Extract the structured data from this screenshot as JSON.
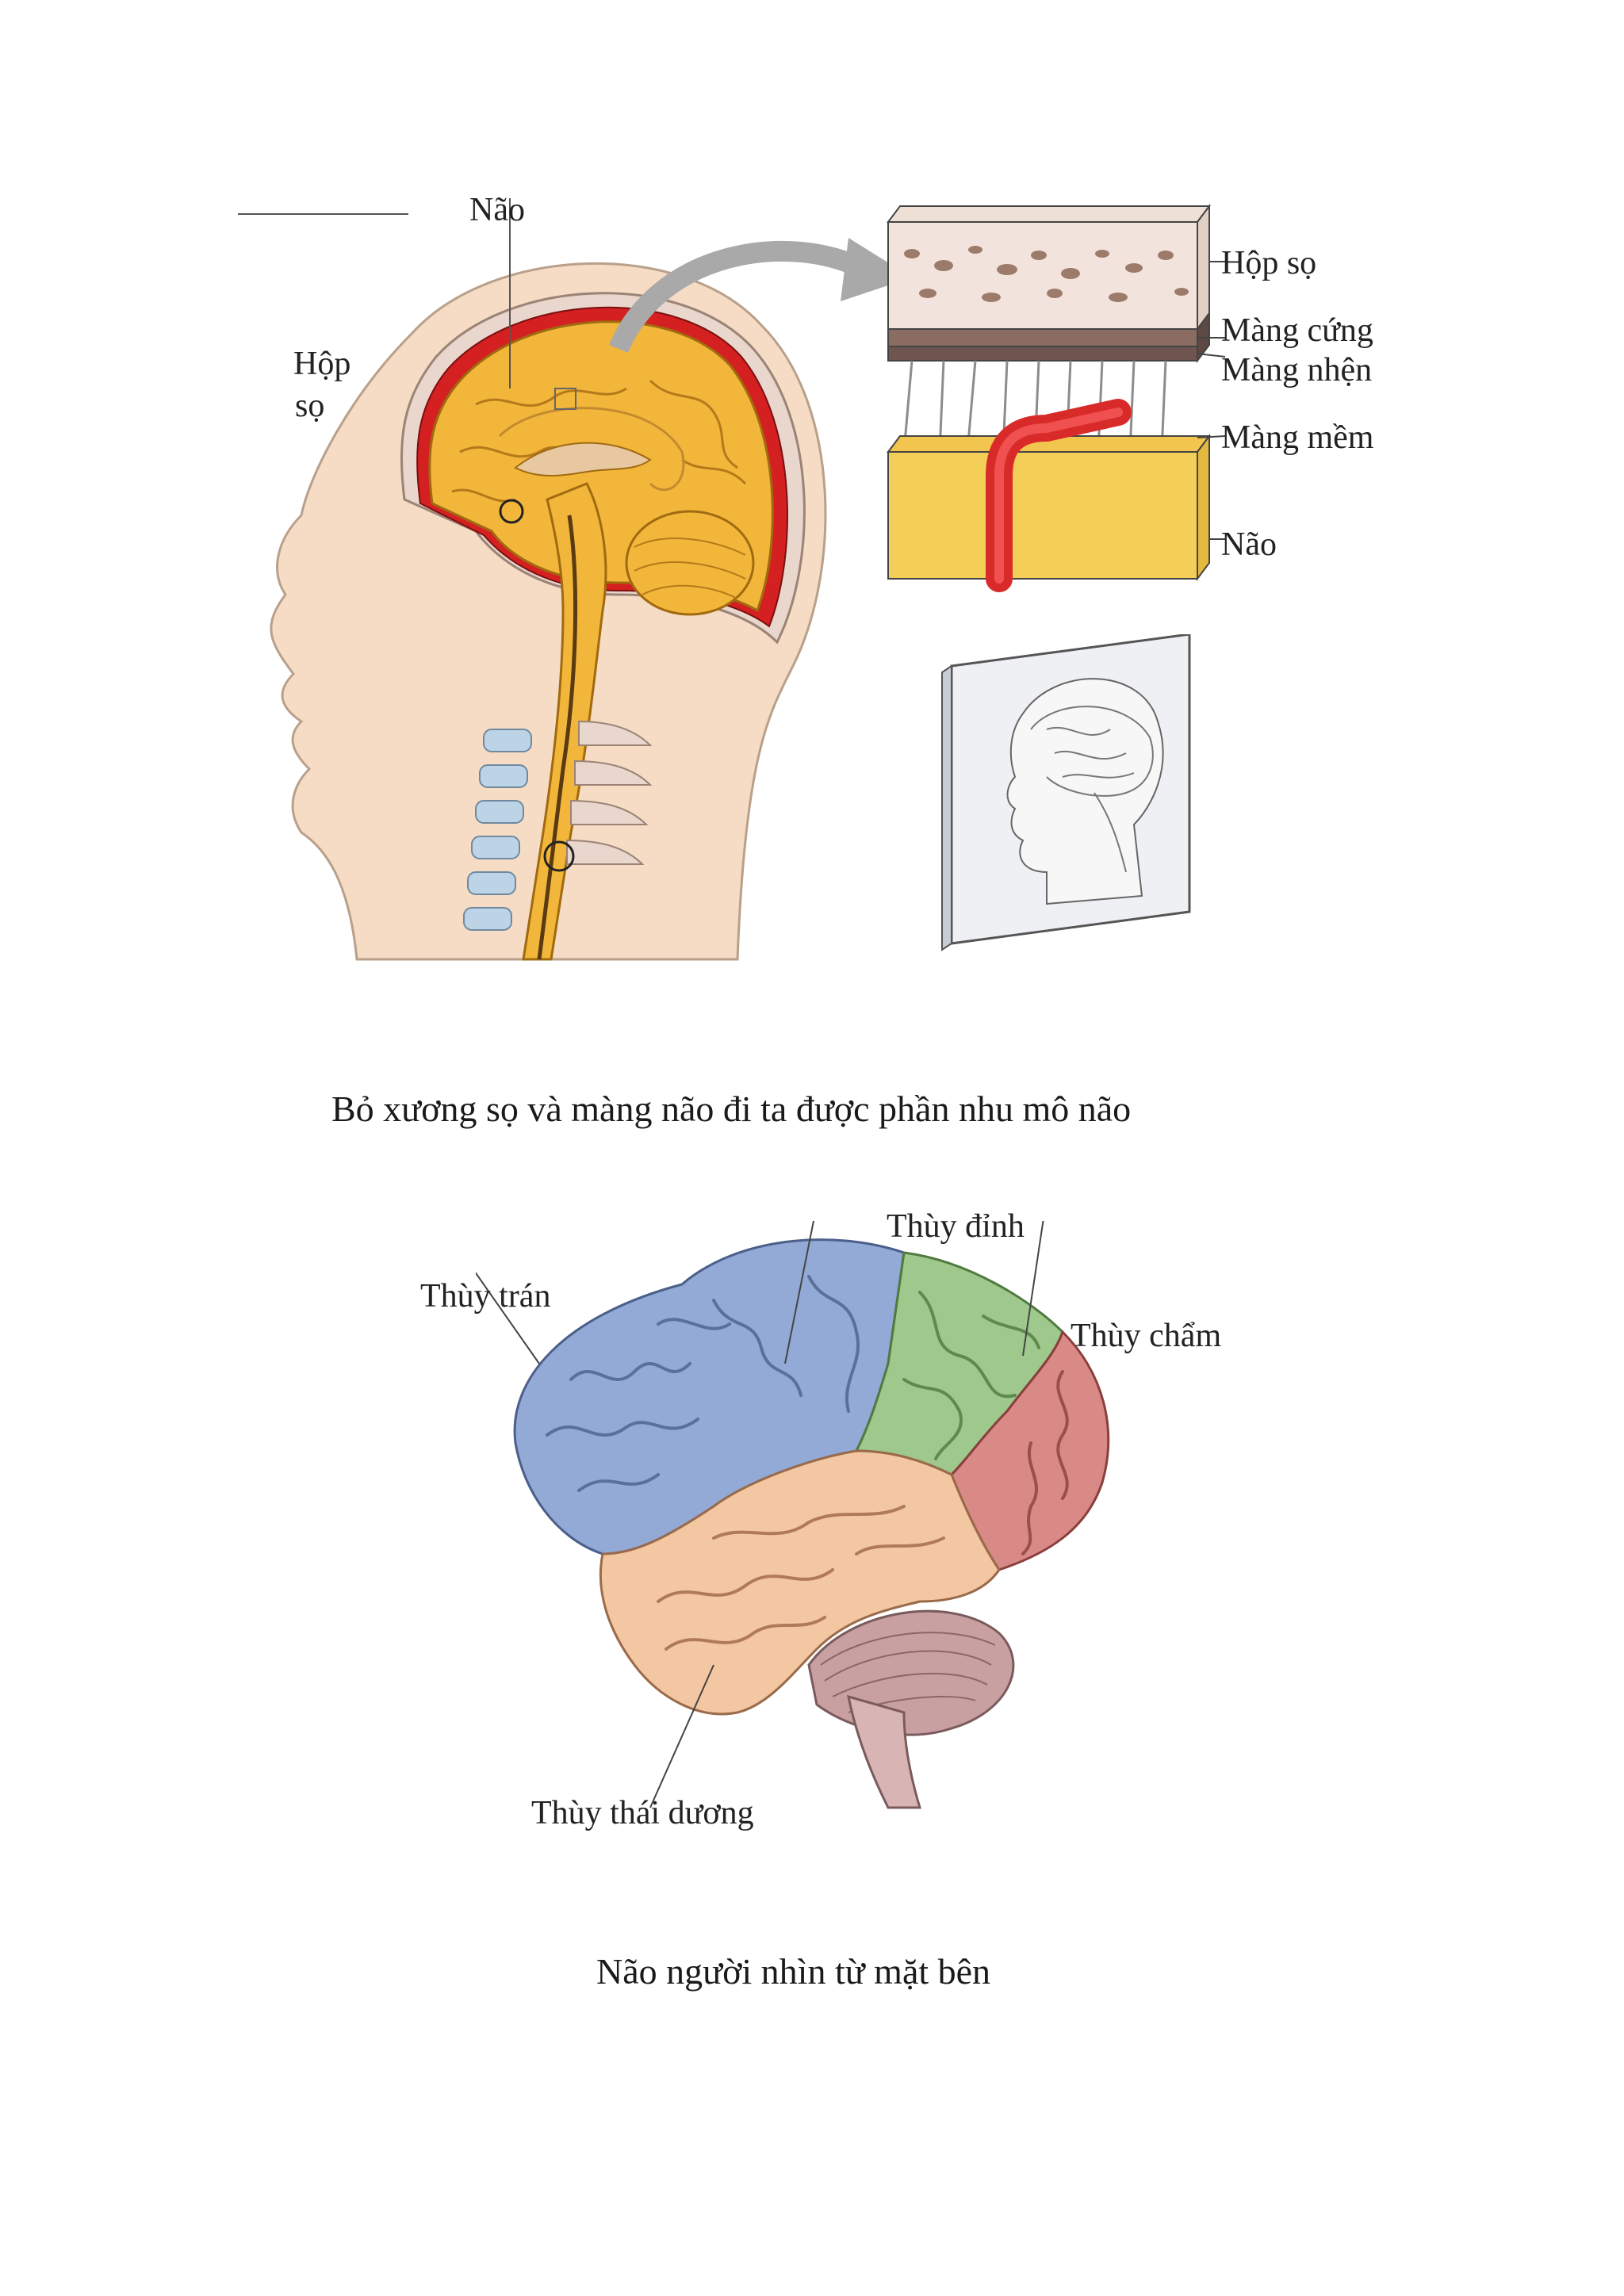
{
  "figure1": {
    "labels": {
      "brain_top": "Não",
      "skull_left_line1": "Hộp",
      "skull_left_line2": "sọ",
      "skull_right": "Hộp sọ",
      "dura": "Màng cứng",
      "arachnoid": "Màng nhện",
      "pia": "Màng mềm",
      "brain_right": "Não"
    }
  },
  "caption1": "Bỏ xương sọ và màng não đi ta được phần nhu mô não",
  "figure2": {
    "labels": {
      "frontal": "Thùy trán",
      "parietal": "Thùy đỉnh",
      "occipital": "Thùy chẩm",
      "temporal": "Thùy thái dương"
    }
  },
  "caption2": "Não người nhìn từ mặt bên",
  "colors": {
    "brain_yellow": "#f2b63a",
    "meninges_red": "#d42020",
    "skin": "#f6dcc4",
    "frontal_blue": "#93aad6",
    "parietal_green": "#9fc88c",
    "occipital_red": "#d98a87",
    "temporal_peach": "#f3c7a2",
    "cerebellum_pink": "#c9a0a2"
  }
}
